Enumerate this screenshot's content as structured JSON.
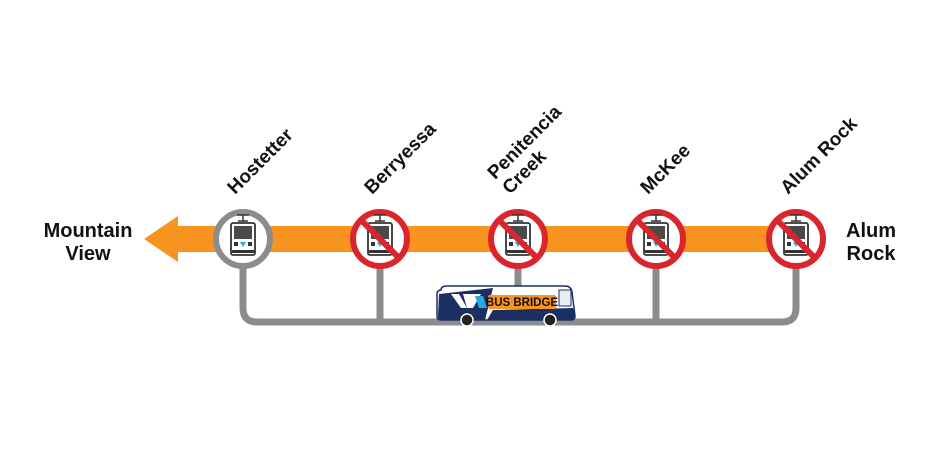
{
  "route": {
    "west_end": {
      "line1": "Mountain",
      "line2": "View"
    },
    "east_end": {
      "line1": "Alum",
      "line2": "Rock"
    }
  },
  "stations": [
    {
      "id": "hostetter",
      "lines": [
        "Hostetter"
      ],
      "closed": false
    },
    {
      "id": "berryessa",
      "lines": [
        "Berryessa"
      ],
      "closed": true
    },
    {
      "id": "penitencia-creek",
      "lines": [
        "Penitencia",
        "Creek"
      ],
      "closed": true
    },
    {
      "id": "mckee",
      "lines": [
        "McKee"
      ],
      "closed": true
    },
    {
      "id": "alum-rock",
      "lines": [
        "Alum Rock"
      ],
      "closed": true
    }
  ],
  "bus": {
    "label": "BUS BRIDGE",
    "logo": "VTA"
  },
  "colors": {
    "line": "#f7931e",
    "connector": "#8c8c8e",
    "closed_ring": "#d9262c",
    "open_ring": "#8c8c8e",
    "bus_blue": "#1b2f63",
    "bus_accent": "#f7931e"
  }
}
